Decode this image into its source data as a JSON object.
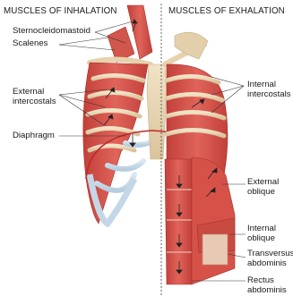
{
  "headings": {
    "left": "MUSCLES OF INHALATION",
    "right": "MUSCLES OF EXHALATION"
  },
  "labels": {
    "sternocleidomastoid": "Sternocleidomastoid",
    "scalenes": "Scalenes",
    "external_intercostals": [
      "External",
      "intercostals"
    ],
    "diaphragm": "Diaphragm",
    "internal_intercostals": [
      "Internal",
      "intercostals"
    ],
    "external_oblique": [
      "External",
      "oblique"
    ],
    "internal_oblique": [
      "Internal",
      "oblique"
    ],
    "transversus_abdominis": [
      "Transversus",
      "abdominis"
    ],
    "rectus_abdominis": [
      "Rectus",
      "abdominis"
    ]
  },
  "colors": {
    "muscle": "#d9534a",
    "muscle_dark": "#b5362f",
    "rib": "#e8d6b5",
    "cartilage": "#c9dbe8",
    "divider": "#555555",
    "diaphragm_line": "#c0282a"
  }
}
